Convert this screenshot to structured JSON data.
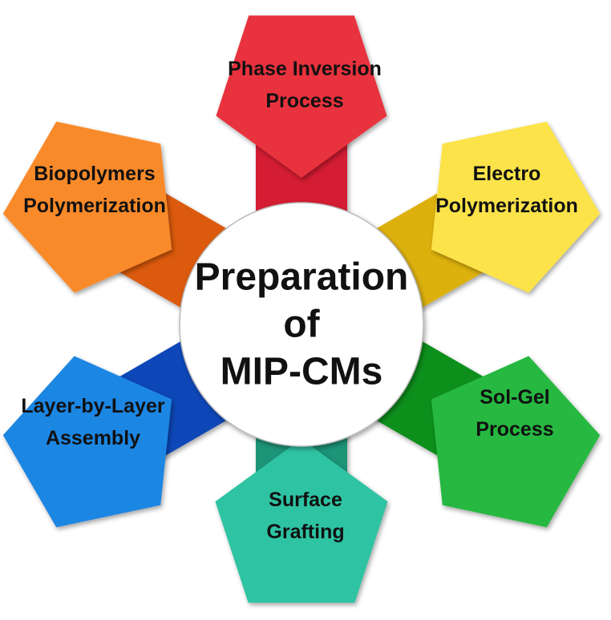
{
  "center": {
    "line1": "Preparation",
    "line2": "of",
    "line3": "MIP-CMs"
  },
  "methods": [
    {
      "line1": "Phase Inversion",
      "line2": "Process",
      "color": "#e8303c",
      "stem": "#d41f30"
    },
    {
      "line1": "Electro",
      "line2": "Polymerization",
      "color": "#fbe34a",
      "stem": "#ddb10e"
    },
    {
      "line1": "Sol-Gel",
      "line2": "Process",
      "color": "#27b840",
      "stem": "#0a8f1e"
    },
    {
      "line1": "Surface",
      "line2": "Grafting",
      "color": "#2fc3a2",
      "stem": "#1f9478"
    },
    {
      "line1": "Layer-by-Layer",
      "line2": "Assembly",
      "color": "#1f86e3",
      "stem": "#0f47b8"
    },
    {
      "line1": "Biopolymers",
      "line2": "Polymerization",
      "color": "#f98a2c",
      "stem": "#db5a0f"
    }
  ]
}
